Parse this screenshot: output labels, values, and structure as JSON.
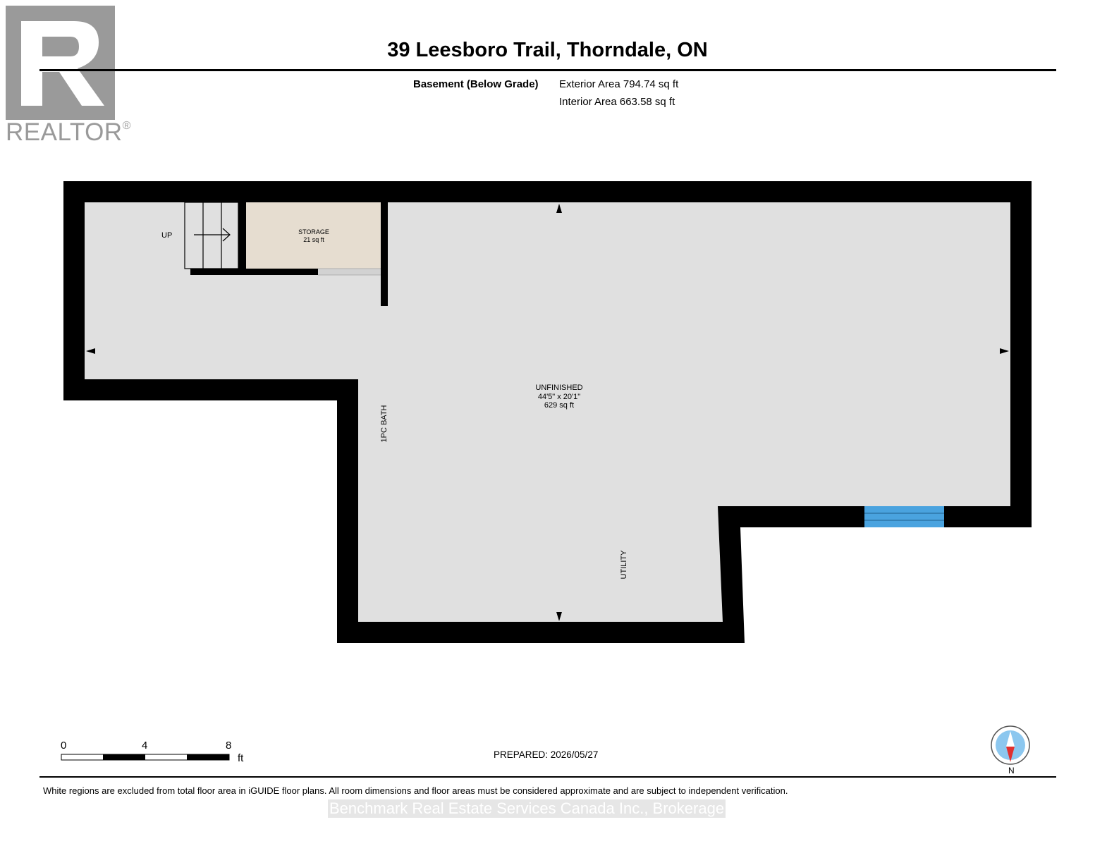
{
  "logo": {
    "label": "REALTOR",
    "mark": "®",
    "color": "#9a9a9a"
  },
  "header": {
    "title": "39 Leesboro Trail, Thorndale, ON",
    "floor_name": "Basement (Below Grade)",
    "exterior_area": "Exterior Area 794.74 sq ft",
    "interior_area": "Interior Area 663.58 sq ft"
  },
  "plan": {
    "stairs_label": "UP",
    "rooms": [
      {
        "name": "STORAGE",
        "area": "21 sq ft",
        "fill": "#e6ddd0"
      },
      {
        "name": "UNFINISHED",
        "dimensions": "44'5\" x 20'1\"",
        "area": "629 sq ft",
        "fill": "#e0e0e0"
      }
    ],
    "vertical_labels": {
      "bath": "1PC BATH",
      "utility": "UTILITY"
    },
    "colors": {
      "wall": "#000000",
      "floor": "#e0e0e0",
      "window": "#4aa3df"
    }
  },
  "scale": {
    "ticks": [
      "0",
      "4",
      "8"
    ],
    "unit": "ft"
  },
  "prepared": "PREPARED: 2026/05/27",
  "compass": {
    "north_label": "N"
  },
  "footer": {
    "disclaimer": "White regions are excluded from total floor area in iGUIDE floor plans. All room dimensions and floor areas must be considered approximate and are subject to independent verification.",
    "brokerage": "Benchmark Real Estate Services Canada Inc., Brokerage"
  }
}
